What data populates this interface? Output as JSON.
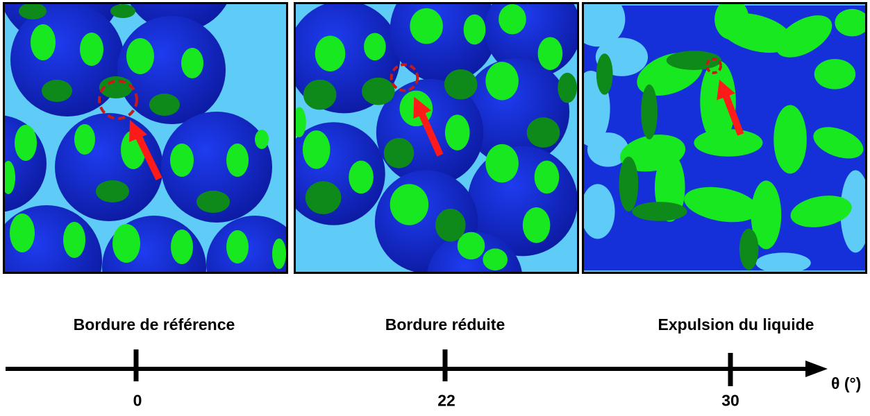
{
  "stages": [
    {
      "label": "Bordure de référence",
      "tick": "0",
      "theta": 0
    },
    {
      "label": "Bordure réduite",
      "tick": "22",
      "theta": 22
    },
    {
      "label": "Expulsion du liquide",
      "tick": "30",
      "theta": 30
    }
  ],
  "axis": {
    "label": "θ (°)"
  },
  "colors": {
    "background": "#5fcbf7",
    "particle": "#1428d8",
    "contact_dark": "#0e8a1a",
    "contact_light": "#18e81f",
    "highlight": "#c81818",
    "arrow": "#ff1a1a",
    "axis": "#000000"
  }
}
